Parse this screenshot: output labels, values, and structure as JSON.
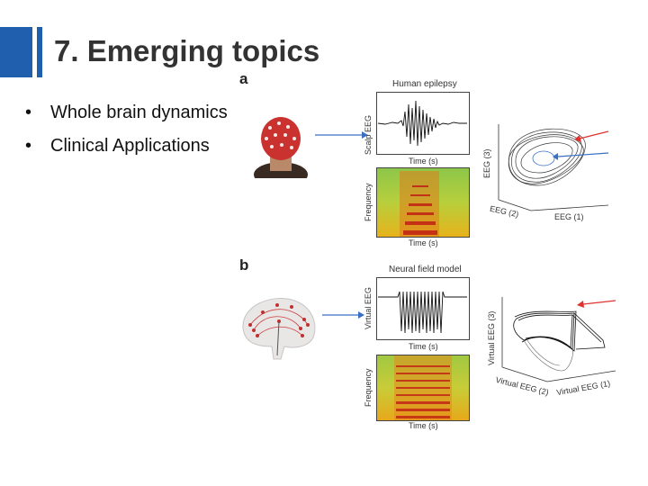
{
  "slide": {
    "title": "7. Emerging topics",
    "bullets": [
      "Whole brain dynamics",
      "Clinical Applications"
    ],
    "bullet_glyph": "•"
  },
  "figure": {
    "panel_a": {
      "label": "a",
      "trace_title": "Human epilepsy",
      "trace_ylabel": "Scalp EEG",
      "trace_xlabel": "Time (s)",
      "spec_ylabel": "Frequency",
      "spec_xlabel": "Time (s)",
      "phase_z": "EEG (3)",
      "phase_x1": "EEG (2)",
      "phase_x2": "EEG (1)"
    },
    "panel_b": {
      "label": "b",
      "trace_title": "Neural field model",
      "trace_ylabel": "Virtual EEG",
      "trace_xlabel": "Time (s)",
      "spec_ylabel": "Frequency",
      "spec_xlabel": "Time (s)",
      "phase_z": "Virtual EEG (3)",
      "phase_x1": "Virtual EEG (2)",
      "phase_x2": "Virtual EEG (1)"
    },
    "colors": {
      "accent": "#1f5fae",
      "arrow_red": "#e0322c",
      "arrow_blue": "#3a6fc4"
    }
  }
}
